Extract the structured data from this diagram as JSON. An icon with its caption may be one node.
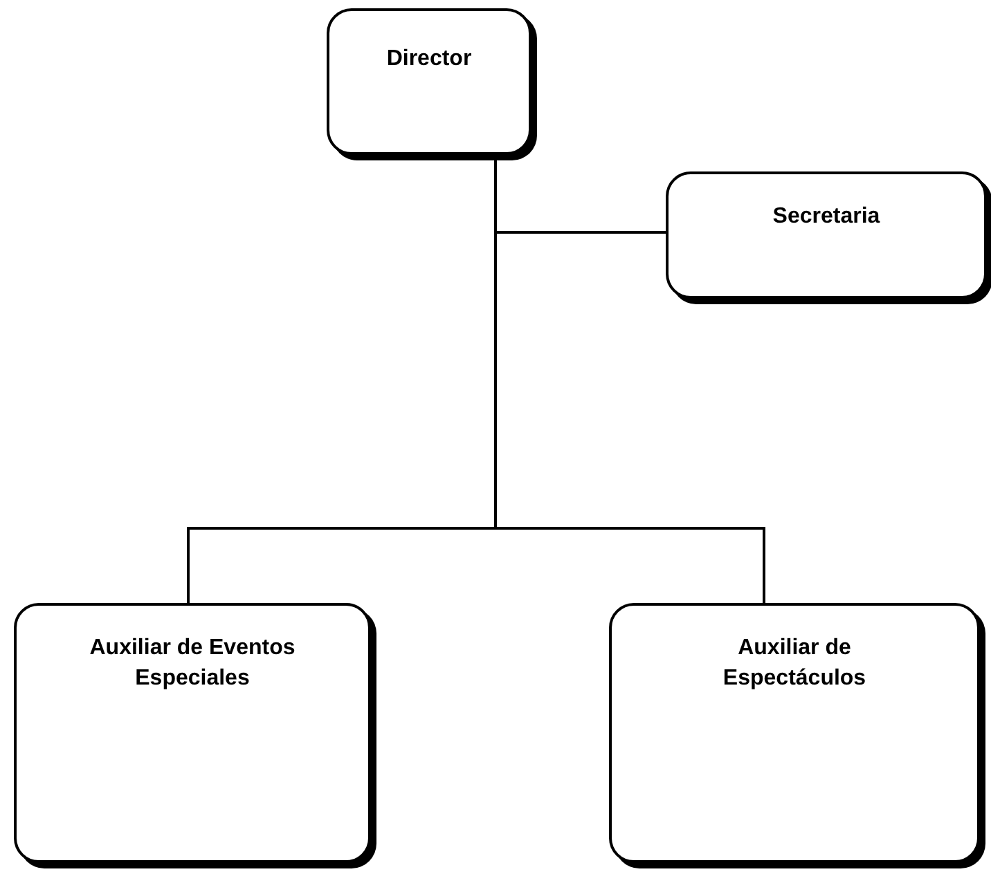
{
  "diagram": {
    "nodes": [
      {
        "text": [
          "Director"
        ]
      },
      {
        "text": [
          "Secretaria"
        ]
      },
      {
        "text": [
          "Auxiliar de Eventos Especiales"
        ]
      },
      {
        "text": [
          "Auxiliar de Espectáculos"
        ]
      }
    ],
    "edges": [
      {
        "from": 0,
        "to": 1,
        "arrow": "none"
      },
      {
        "from": 0,
        "to": 2,
        "arrow": "none"
      },
      {
        "from": 0,
        "to": 3,
        "arrow": "none"
      }
    ]
  }
}
